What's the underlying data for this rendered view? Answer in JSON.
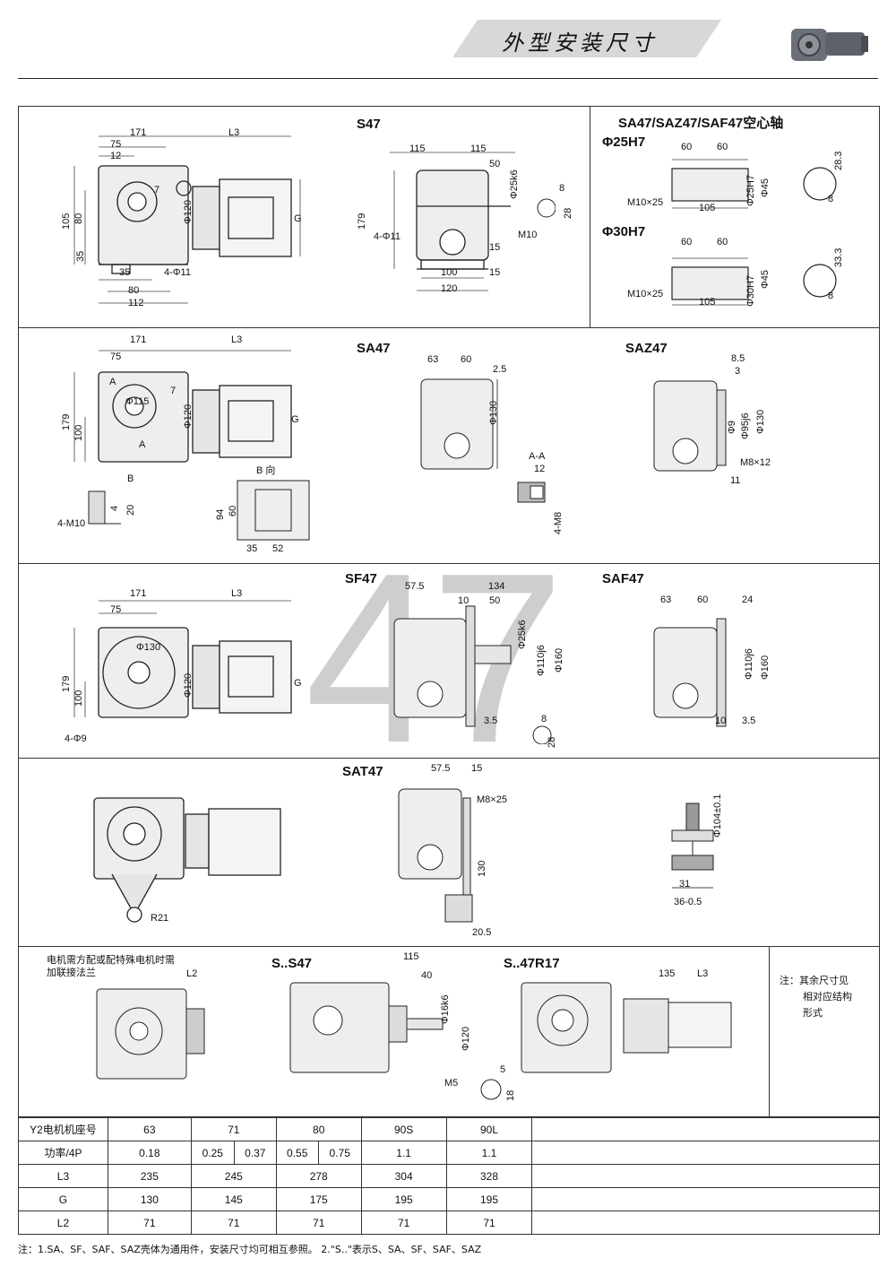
{
  "header": {
    "title": "外型安装尺寸"
  },
  "s47": {
    "title": "S47",
    "left_dims": [
      "171",
      "L3",
      "75",
      "12",
      "105",
      "80",
      "35",
      "Φ120",
      "7",
      "G",
      "35",
      "4-Φ11",
      "80",
      "112"
    ],
    "side_dims": [
      "115",
      "115",
      "50",
      "Φ25k6",
      "179",
      "4-Φ11",
      "15",
      "100",
      "15",
      "120",
      "M10"
    ],
    "key_dims": [
      "8",
      "28"
    ]
  },
  "hollow": {
    "title": "SA47/SAZ47/SAF47空心轴",
    "h25": "Φ25H7",
    "h30": "Φ30H7",
    "d25": [
      "60",
      "60",
      "Φ25H7",
      "Φ45",
      "M10×25",
      "105",
      "28.3",
      "8"
    ],
    "d30": [
      "60",
      "60",
      "Φ30H7",
      "Φ45",
      "M10×25",
      "105",
      "33.3",
      "8"
    ]
  },
  "sa47": {
    "title": "SA47",
    "left_dims": [
      "171",
      "L3",
      "75",
      "179",
      "100",
      "Φ115",
      "7",
      "Φ120",
      "G",
      "A",
      "A",
      "B"
    ],
    "side_dims": [
      "63",
      "60",
      "2.5",
      "Φ130"
    ],
    "bview": {
      "label": "B 向",
      "dims": [
        "94",
        "60",
        "35",
        "52"
      ]
    },
    "thread_dims": [
      "4",
      "20",
      "4-M10"
    ],
    "aa": {
      "label": "A-A",
      "dims": [
        "12",
        "4-M8"
      ]
    }
  },
  "saz47": {
    "title": "SAZ47",
    "dims": [
      "8.5",
      "3",
      "Φ9",
      "Φ95j6",
      "Φ130",
      "M8×12",
      "11"
    ]
  },
  "sf47": {
    "title": "SF47",
    "left_dims": [
      "171",
      "L3",
      "75",
      "Φ130",
      "179",
      "100",
      "Φ120",
      "G",
      "4-Φ9"
    ],
    "side_dims": [
      "57.5",
      "134",
      "10",
      "50",
      "Φ25k6",
      "Φ110j6",
      "Φ160",
      "3.5",
      "8",
      "28"
    ]
  },
  "saf47": {
    "title": "SAF47",
    "dims": [
      "63",
      "60",
      "24",
      "Φ110j6",
      "Φ160",
      "10",
      "3.5"
    ]
  },
  "sat47": {
    "title": "SAT47",
    "dims": [
      "R21",
      "57.5",
      "15",
      "M8×25",
      "130",
      "20.5"
    ],
    "bush_dims": [
      "Φ104±0.1",
      "31",
      "36-0.5"
    ]
  },
  "bottom": {
    "flange_note": [
      "电机需方配或配特殊电机时需",
      "加联接法兰"
    ],
    "l2": "L2",
    "ss47": {
      "title": "S..S47",
      "dims": [
        "115",
        "40",
        "Φ16k6",
        "Φ120",
        "M5",
        "5",
        "18"
      ]
    },
    "s47r17": {
      "title": "S..47R17",
      "dims": [
        "135",
        "L3"
      ]
    },
    "note": [
      "注：其余尺寸见",
      "相对应结构",
      "形式"
    ]
  },
  "watermark": "47",
  "table": {
    "rows": [
      {
        "label": "Y2电机机座号",
        "cells": [
          "63",
          "71",
          "80",
          "90S",
          "90L"
        ]
      },
      {
        "label": "功率/4P",
        "cells": [
          "0.18",
          "0.25",
          "0.37",
          "0.55",
          "0.75",
          "1.1",
          "1.1"
        ]
      },
      {
        "label": "L3",
        "cells": [
          "235",
          "245",
          "278",
          "304",
          "328"
        ]
      },
      {
        "label": "G",
        "cells": [
          "130",
          "145",
          "175",
          "195",
          "195"
        ]
      },
      {
        "label": "L2",
        "cells": [
          "71",
          "71",
          "71",
          "71",
          "71"
        ]
      }
    ]
  },
  "footnote": "注：1.SA、SF、SAF、SAZ壳体为通用件，安装尺寸均可相互参照。 2.\"S..\"表示S、SA、SF、SAF、SAZ"
}
